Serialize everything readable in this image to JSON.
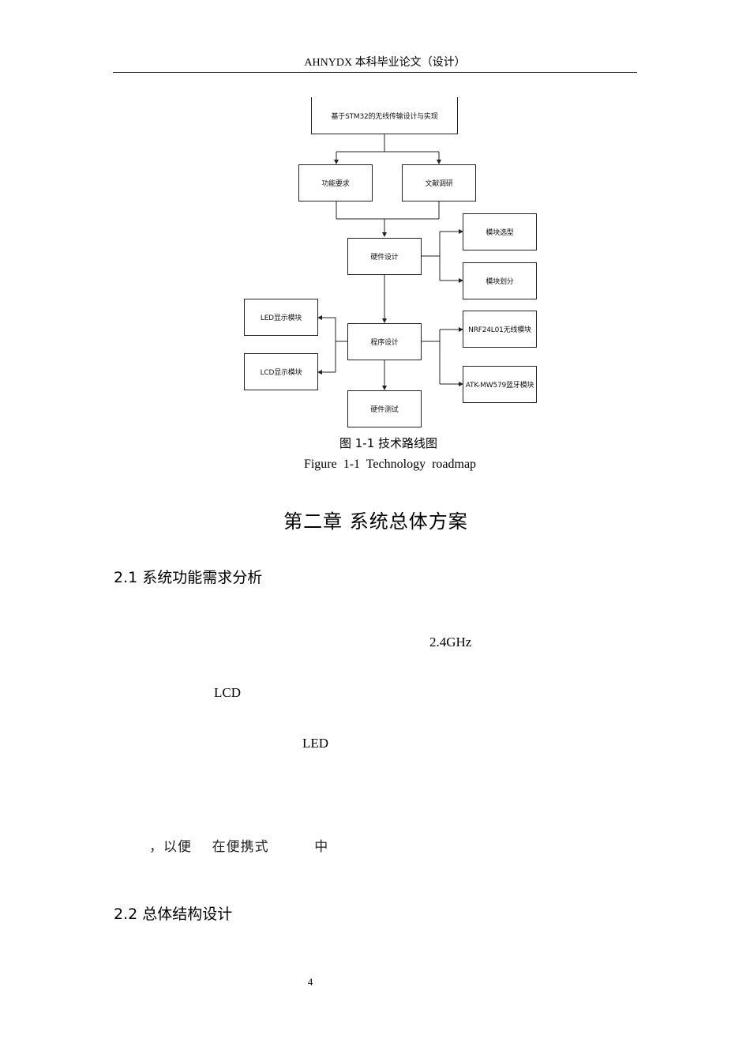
{
  "header": {
    "text": "AHNYDX 本科毕业论文（设计）"
  },
  "flowchart": {
    "root": "基于STM32的无线传输设计与实现",
    "func_req": "功能要求",
    "lit_review": "文献调研",
    "hw_design": "硬件设计",
    "module_select": "模块选型",
    "module_divide": "模块划分",
    "prog_design": "程序设计",
    "led_module": "LED显示模块",
    "lcd_module": "LCD显示模块",
    "nrf_module": "NRF24L01无线模块",
    "atk_module": "ATK-MW579蓝牙模块",
    "hw_test": "硬件测试"
  },
  "figure": {
    "caption_cn": "图 1-1  技术路线图",
    "caption_en": "Figure  1-1  Technology  roadmap"
  },
  "chapter": {
    "title": "第二章  系统总体方案"
  },
  "section_2_1": {
    "title": "2.1  系统功能需求分析"
  },
  "fragments": {
    "freq": "2.4GHz",
    "lcd": "LCD",
    "led": "LED",
    "convenience": "，以便    在便携式         中"
  },
  "section_2_2": {
    "title": "2.2  总体结构设计"
  },
  "page": {
    "number": "4"
  }
}
